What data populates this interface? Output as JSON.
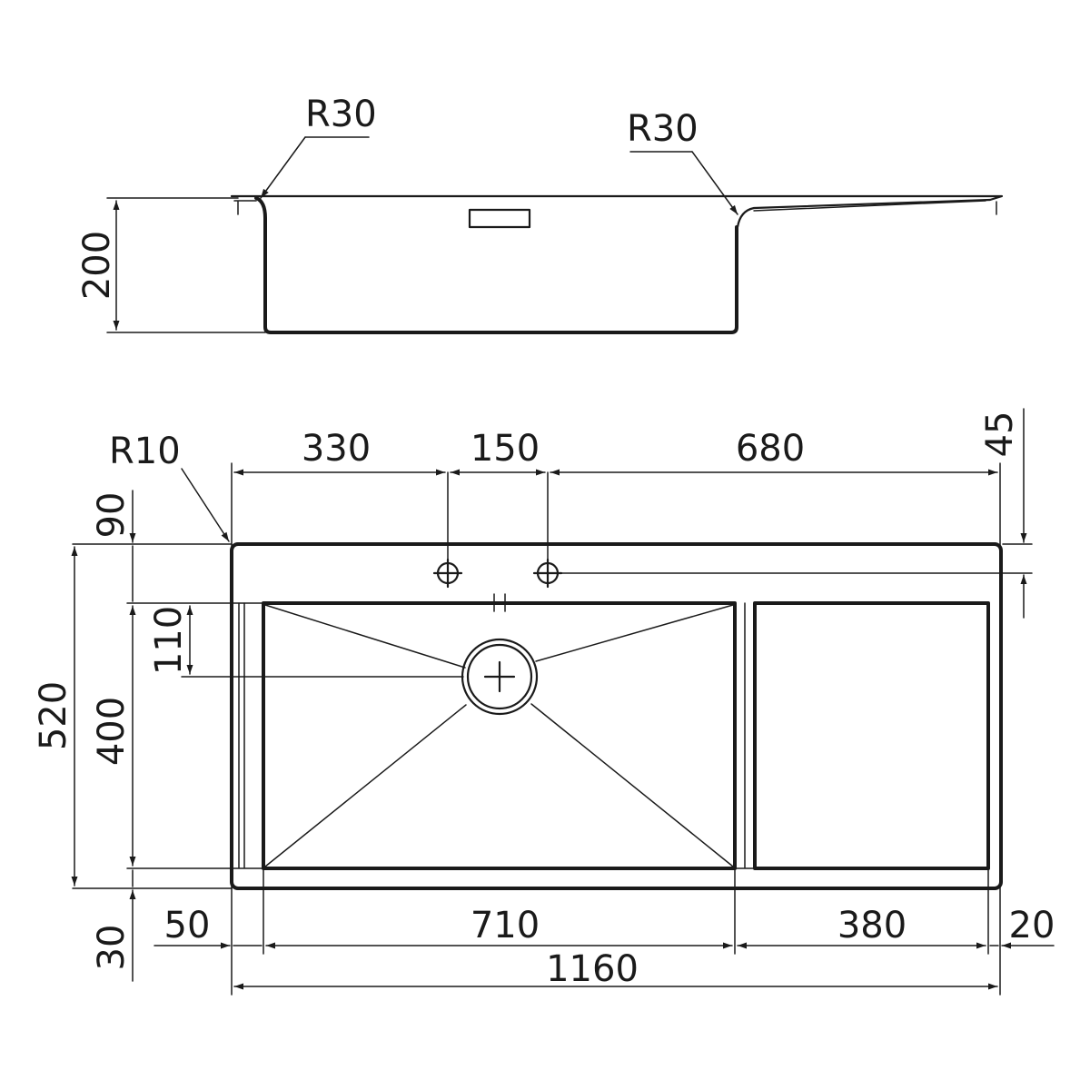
{
  "side_view": {
    "radius_left": "R30",
    "radius_right": "R30",
    "depth": "200"
  },
  "top_view": {
    "corner_radius": "R10",
    "dim_330": "330",
    "dim_150": "150",
    "dim_680": "680",
    "dim_45": "45",
    "dim_90": "90",
    "dim_110": "110",
    "dim_520": "520",
    "dim_400": "400",
    "dim_30": "30",
    "dim_50": "50",
    "dim_710": "710",
    "dim_380": "380",
    "dim_20": "20",
    "dim_1160": "1160"
  },
  "colors": {
    "line": "#1a1a1a",
    "background": "#ffffff"
  }
}
